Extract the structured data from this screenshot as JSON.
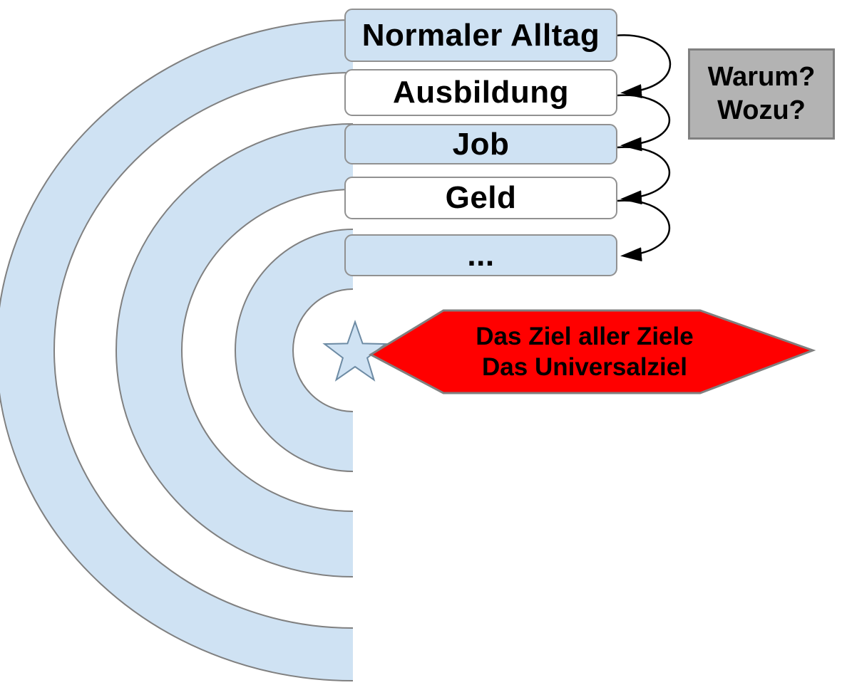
{
  "diagram": {
    "boxes": [
      {
        "label": "Normaler Alltag",
        "fill": "#cfe2f3"
      },
      {
        "label": "Ausbildung",
        "fill": "#ffffff"
      },
      {
        "label": "Job",
        "fill": "#cfe2f3"
      },
      {
        "label": "Geld",
        "fill": "#ffffff"
      },
      {
        "label": "...",
        "fill": "#cfe2f3"
      }
    ],
    "question_box": {
      "lines": [
        "Warum?",
        "Wozu?"
      ]
    },
    "goal_banner": {
      "lines": [
        "Das Ziel aller Ziele",
        "Das Universalziel"
      ]
    },
    "icons": {
      "star": "star-icon",
      "arrows": "curved-left-arrow-icon"
    },
    "colors": {
      "ring_blue": "#cfe2f3",
      "ring_border": "#808080",
      "box_border": "#919191",
      "question_fill": "#b3b3b3",
      "question_border": "#808080",
      "banner_red": "#ff0000",
      "banner_border": "#808080",
      "star_fill": "#cfe2f3",
      "star_border": "#6d8ba4",
      "arrow_color": "#000000",
      "text_color": "#000000"
    }
  }
}
